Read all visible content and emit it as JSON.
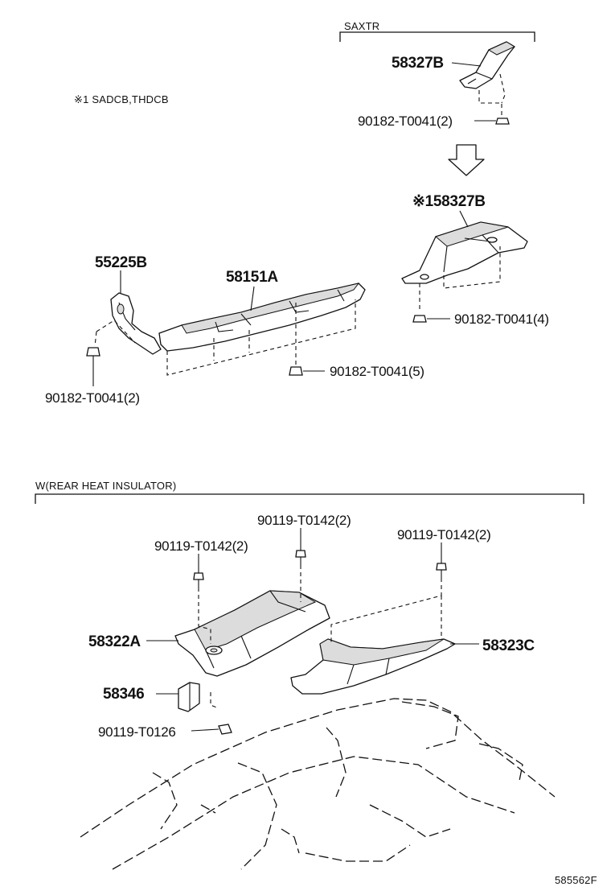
{
  "sections": {
    "top_right_variant": "SAXTR",
    "note": "※1 SADCB,THDCB",
    "bottom_variant": "W(REAR HEAT INSULATOR)"
  },
  "parts": {
    "p58327B_top": "58327B",
    "bolt_top": "90182-T0041(2)",
    "p58327B_note": "※158327B",
    "bolt_right": "90182-T0041(4)",
    "p55225B": "55225B",
    "p58151A": "58151A",
    "bolt_left": "90182-T0041(2)",
    "bolt_mid": "90182-T0041(5)",
    "screw_mid": "90119-T0142(2)",
    "screw_left": "90119-T0142(2)",
    "screw_right": "90119-T0142(2)",
    "p58322A": "58322A",
    "p58323C": "58323C",
    "p58346": "58346",
    "screw_bottom": "90119-T0126"
  },
  "footer": {
    "code": "585562F"
  }
}
